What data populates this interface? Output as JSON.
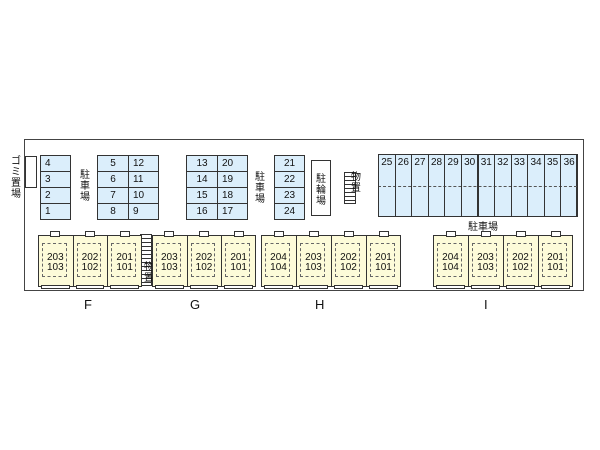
{
  "labels": {
    "gomi": "ゴミ置場",
    "parking": "駐車場",
    "bicycle": "駐輪場",
    "storage": "物置"
  },
  "parking_left": [
    "4",
    "3",
    "2",
    "1"
  ],
  "parking_b_left": [
    "5",
    "6",
    "7",
    "8"
  ],
  "parking_b_right": [
    "12",
    "11",
    "10",
    "9"
  ],
  "parking_c_left": [
    "13",
    "14",
    "15",
    "16"
  ],
  "parking_c_right": [
    "20",
    "19",
    "18",
    "17"
  ],
  "parking_d": [
    "21",
    "22",
    "23",
    "24"
  ],
  "parking_top": [
    "25",
    "26",
    "27",
    "28",
    "29",
    "30",
    "31",
    "32",
    "33",
    "34",
    "35",
    "36"
  ],
  "buildings": [
    {
      "letter": "F",
      "upper": [
        "203",
        "202",
        "201"
      ],
      "lower": [
        "103",
        "102",
        "101"
      ]
    },
    {
      "letter": "G",
      "upper": [
        "203",
        "202",
        "201"
      ],
      "lower": [
        "103",
        "102",
        "101"
      ]
    },
    {
      "letter": "H",
      "upper": [
        "204",
        "203",
        "202",
        "201"
      ],
      "lower": [
        "104",
        "103",
        "102",
        "101"
      ]
    },
    {
      "letter": "I",
      "upper": [
        "204",
        "203",
        "202",
        "201"
      ],
      "lower": [
        "104",
        "103",
        "102",
        "101"
      ]
    }
  ],
  "colors": {
    "parking": "#dbeefb",
    "building": "#fdfbd9"
  }
}
